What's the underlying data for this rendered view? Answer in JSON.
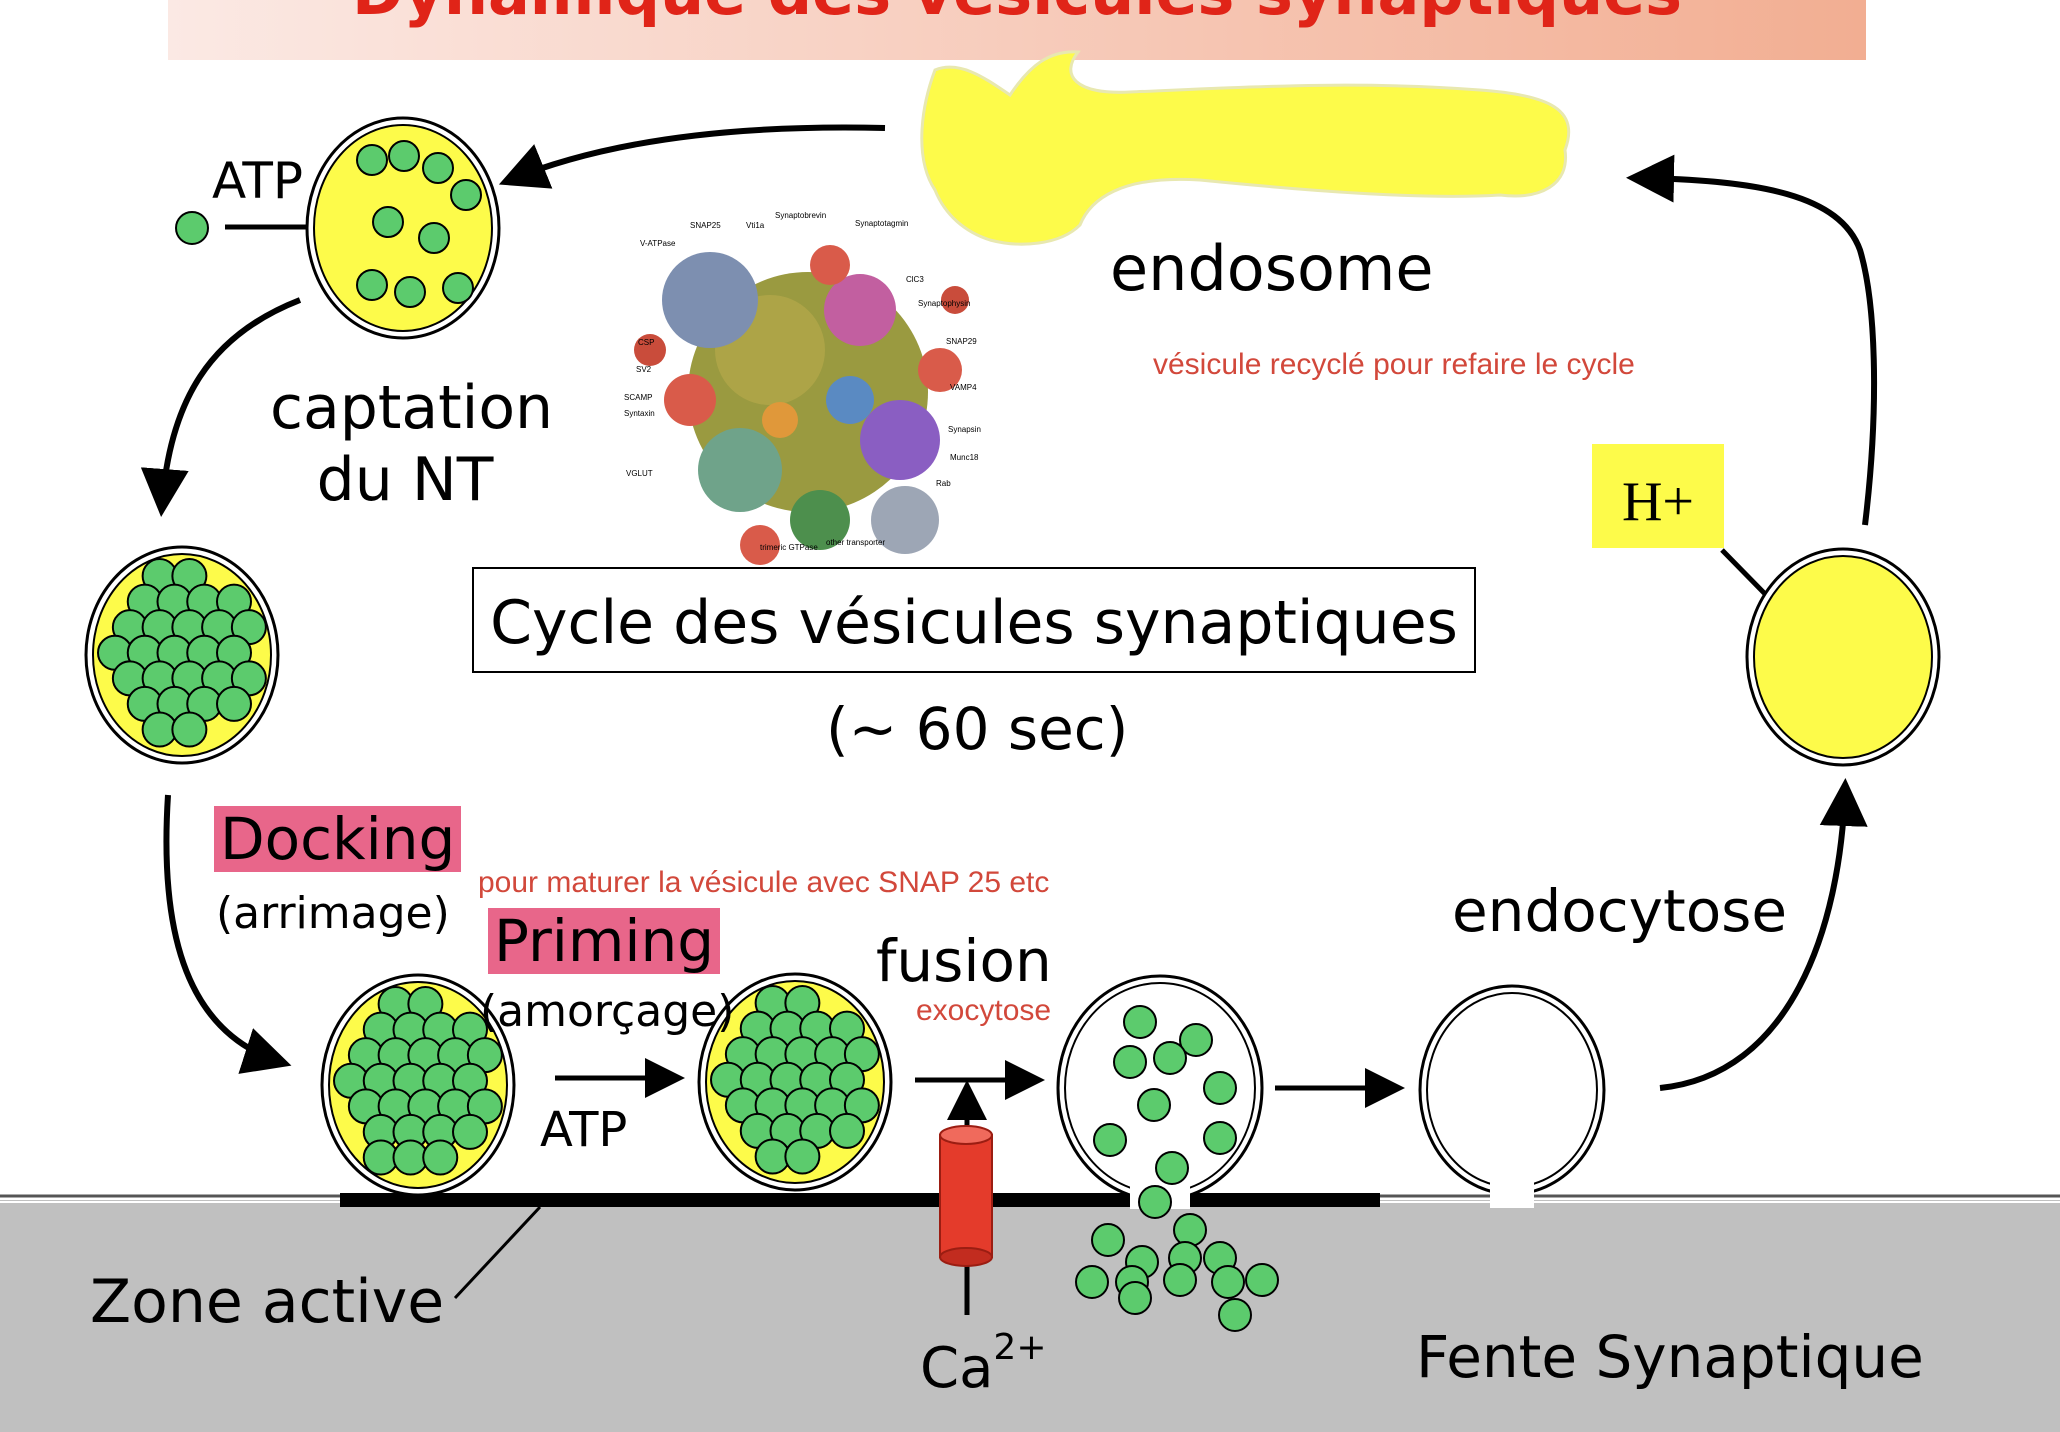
{
  "title": "Dynamique des vésicules synaptiques",
  "colors": {
    "title_text": "#e02418",
    "vesicle_fill_yellow": "#fdfb4a",
    "neurotransmitter_green": "#5ccb6d",
    "membrane_grey": "#c0c0c0",
    "annotation_red": "#d2483b",
    "highlight_pink": "#e8668a",
    "calcium_channel_red": "#e43b2b"
  },
  "labels": {
    "atp_top": "ATP",
    "captation_line1": "captation",
    "captation_line2": "du NT",
    "endosome": "endosome",
    "recycle_note": "vésicule recyclé pour refaire le cycle",
    "hplus": "H+",
    "cycle_title": "Cycle des vésicules synaptiques",
    "cycle_duration": "(~ 60 sec)",
    "docking": "Docking",
    "docking_fr": "(arrimage)",
    "maturation_note": "pour maturer la vésicule avec SNAP 25 etc",
    "priming": "Priming",
    "priming_fr": "(amorçage)",
    "atp_bottom": "ATP",
    "fusion": "fusion",
    "exocytose": "exocytose",
    "endocytose": "endocytose",
    "zone_active": "Zone active",
    "calcium": "Ca",
    "calcium_charge": "2+",
    "fente": "Fente Synaptique"
  },
  "inset_image_labels": [
    "SNAP25",
    "Vti1a",
    "Synaptobrevin",
    "Synaptotagmin",
    "V-ATPase",
    "ClC3",
    "Synaptophysin",
    "SNAP29",
    "CSP",
    "VAMP4",
    "SV2",
    "SCAMP",
    "Syntaxin",
    "Synapsin",
    "Munc18",
    "VGLUT",
    "Rab",
    "trimeric GTPase",
    "other transporter"
  ],
  "icons": [
    "arrow-icon",
    "vesicle-icon",
    "calcium-channel-icon",
    "neurotransmitter-dot-icon"
  ]
}
